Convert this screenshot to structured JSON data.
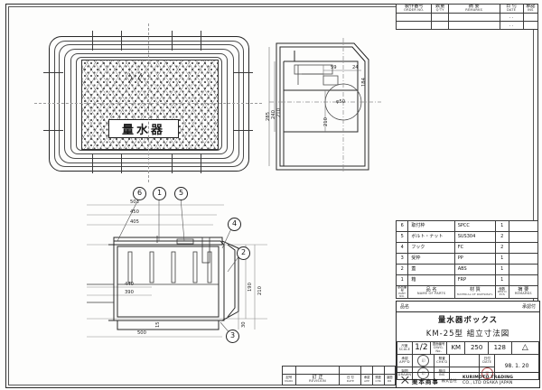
{
  "sheet": {
    "drawing_title_jp": "量水器ボックス",
    "drawing_subtitle_jp": "KM-25型  組立寸法図",
    "name_label_jp": "品名",
    "approval_label_jp": "承認付"
  },
  "revision_table_top": {
    "headers": [
      {
        "jp": "製作番号",
        "en": "ORDER NO."
      },
      {
        "jp": "数量",
        "en": "Q'TY"
      },
      {
        "jp": "摘    要",
        "en": "REMARKS"
      },
      {
        "jp": "日  付",
        "en": "DATE"
      },
      {
        "jp": "承認",
        "en": "INS"
      }
    ],
    "rows": [
      {
        "order_no": "",
        "qty": "",
        "remarks": "",
        "date": ". .",
        "ins": ""
      },
      {
        "order_no": "",
        "qty": "",
        "remarks": "",
        "date": ". .",
        "ins": ""
      }
    ]
  },
  "parts_list": {
    "headers": {
      "no_jp": "部品番号",
      "no_en": "PART NO.",
      "name_jp": "品        名",
      "name_en": "NAME OF PARTS",
      "material_jp": "材        質",
      "material_en": "MATERIAL OF PARTSMATL",
      "qty_jp": "個数",
      "qty_en": "REQ'D PCS",
      "remarks_jp": "摘    要",
      "remarks_en": "REMARKS"
    },
    "rows": [
      {
        "no": "6",
        "name": "取付枠",
        "material": "SPCC",
        "qty": "1",
        "remarks": ""
      },
      {
        "no": "5",
        "name": "ボルト・ナット",
        "material": "SUS304",
        "qty": "2",
        "remarks": ""
      },
      {
        "no": "4",
        "name": "フック",
        "material": "FC",
        "qty": "2",
        "remarks": ""
      },
      {
        "no": "3",
        "name": "受枠",
        "material": "PP",
        "qty": "1",
        "remarks": ""
      },
      {
        "no": "2",
        "name": "蓋",
        "material": "ABS",
        "qty": "1",
        "remarks": ""
      },
      {
        "no": "1",
        "name": "箱",
        "material": "FRP",
        "qty": "1",
        "remarks": ""
      }
    ]
  },
  "title_block": {
    "scale_label_jp": "尺度",
    "scale_label_en": "SCALE",
    "scale_value": "1/2",
    "dwg_label_jp": "図面番号",
    "dwg_label_en": "DWG. No.",
    "dwg_prefix": "KM",
    "dwg_num1": "250",
    "dwg_num2": "128",
    "rev_mark": "△",
    "rows": [
      {
        "jp": "承認",
        "en": "APP'D"
      },
      {
        "jp": "照査",
        "en": "CHK'D"
      },
      {
        "jp": "製図",
        "en": "DRAWN"
      }
    ],
    "date_label_jp": "日付",
    "date_label_en": "DATE",
    "date_value": "98. 1. 20",
    "insp_label_jp": "検印",
    "insp_label_en": "INS",
    "company_jp": "栗本商事",
    "company_jp_sub": "株式会社",
    "company_en_line1": "KURIMOTO TRADING",
    "company_en_line2": "CO., LTD OSAKA JAPAN",
    "logo_glyph": "⨉"
  },
  "revision_table_bottom": {
    "headers": [
      {
        "jp": "記号",
        "en": "MARK"
      },
      {
        "jp": "訂          正",
        "en": "REVISION"
      },
      {
        "jp": "日  付",
        "en": "DATE"
      },
      {
        "jp": "承認",
        "en": "APP"
      },
      {
        "jp": "照査",
        "en": "CHK"
      },
      {
        "jp": "製図",
        "en": "DR"
      }
    ],
    "rows": [
      {
        "mark": "",
        "revision": "",
        "date": "",
        "app": "",
        "chk": "",
        "dr": ""
      }
    ]
  },
  "plan_view": {
    "cover_text": "量水器",
    "hook_mark": "〉〈"
  },
  "assembly_view": {
    "balloons": [
      "1",
      "2",
      "3",
      "4",
      "5",
      "6"
    ],
    "dimensions_top": [
      "503",
      "450",
      "405"
    ],
    "dimensions_left": [
      "440",
      "390"
    ],
    "dimension_bottom": "500",
    "dimension_small": "15",
    "dimensions_right": [
      "190",
      "210",
      "30"
    ]
  },
  "section_view": {
    "dimensions_left": [
      "285",
      "240",
      "210"
    ],
    "dimensions_inner": [
      "210",
      "184"
    ],
    "dimensions_top": [
      "59",
      "24"
    ],
    "dimension_circle": "φ50"
  }
}
